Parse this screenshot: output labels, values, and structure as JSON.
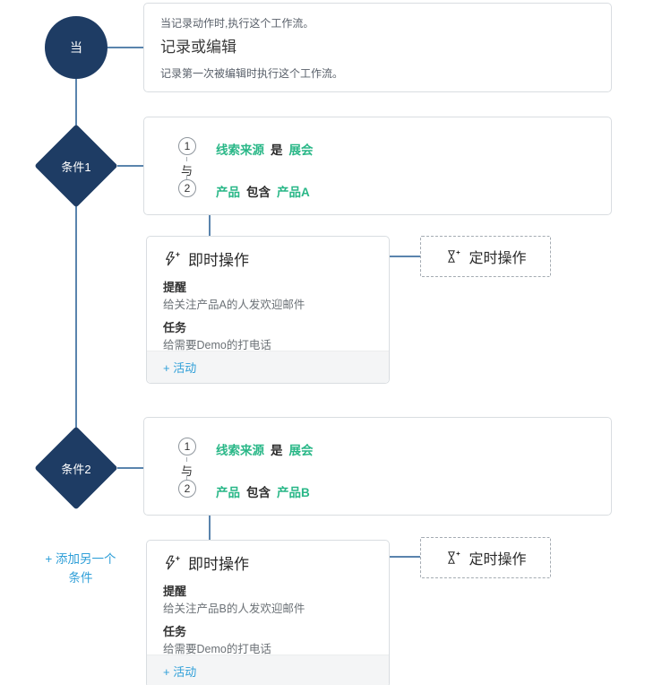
{
  "colors": {
    "navy": "#1e3c64",
    "green": "#29b787",
    "link_blue": "#2f9fd8",
    "connector_line": "#5a84ad"
  },
  "trigger": {
    "node_label": "当",
    "subtitle_top": "当记录动作时,执行这个工作流。",
    "title": "记录或编辑",
    "subtitle_bottom": "记录第一次被编辑时执行这个工作流。"
  },
  "conditions": [
    {
      "node_label": "条件1",
      "logic_connector": "与",
      "rules": [
        {
          "num": "1",
          "field": "线索来源",
          "operator": "是",
          "value": "展会"
        },
        {
          "num": "2",
          "field": "产品",
          "operator": "包含",
          "value": "产品A"
        }
      ],
      "instant_actions": {
        "title": "即时操作",
        "items": [
          {
            "label": "提醒",
            "desc": "给关注产品A的人发欢迎邮件"
          },
          {
            "label": "任务",
            "desc": "给需要Demo的打电话"
          }
        ],
        "add_link": "+ 活动"
      },
      "scheduled_actions": {
        "title": "定时操作"
      }
    },
    {
      "node_label": "条件2",
      "logic_connector": "与",
      "rules": [
        {
          "num": "1",
          "field": "线索来源",
          "operator": "是",
          "value": "展会"
        },
        {
          "num": "2",
          "field": "产品",
          "operator": "包含",
          "value": "产品B"
        }
      ],
      "instant_actions": {
        "title": "即时操作",
        "items": [
          {
            "label": "提醒",
            "desc": "给关注产品B的人发欢迎邮件"
          },
          {
            "label": "任务",
            "desc": "给需要Demo的打电话"
          }
        ],
        "add_link": "+ 活动"
      },
      "scheduled_actions": {
        "title": "定时操作"
      }
    }
  ],
  "add_condition_link": {
    "line1": "+ 添加另一个",
    "line2": "条件"
  }
}
